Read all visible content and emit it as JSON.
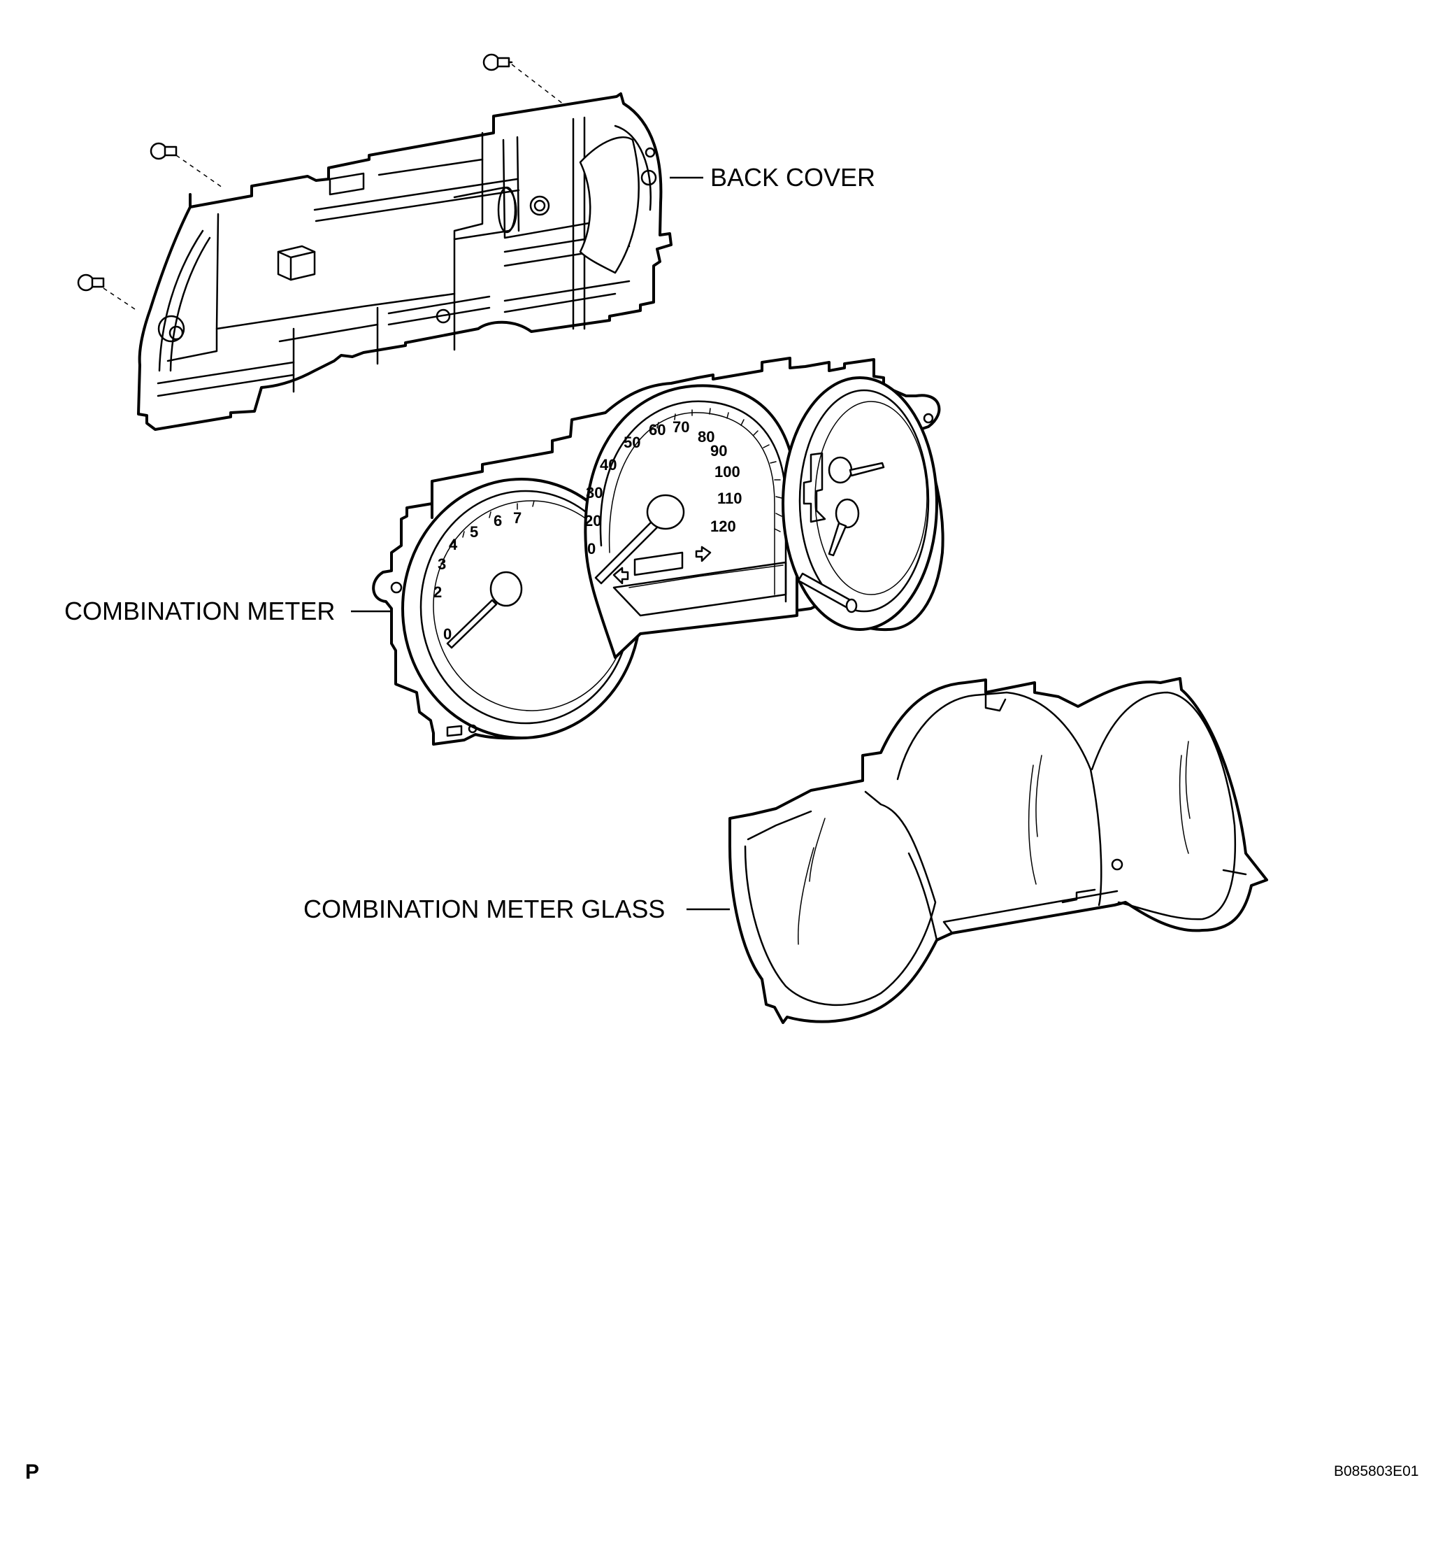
{
  "labels": {
    "back_cover": "BACK COVER",
    "combination_meter": "COMBINATION METER",
    "combination_meter_glass": "COMBINATION METER GLASS"
  },
  "speedometer_scale": [
    "0",
    "20",
    "30",
    "40",
    "50",
    "60",
    "70",
    "80",
    "90",
    "100",
    "110",
    "120"
  ],
  "tachometer_scale": [
    "0",
    "2",
    "3",
    "4",
    "5",
    "6",
    "7"
  ],
  "corner_mark": "P",
  "figure_code": "B085803E01"
}
